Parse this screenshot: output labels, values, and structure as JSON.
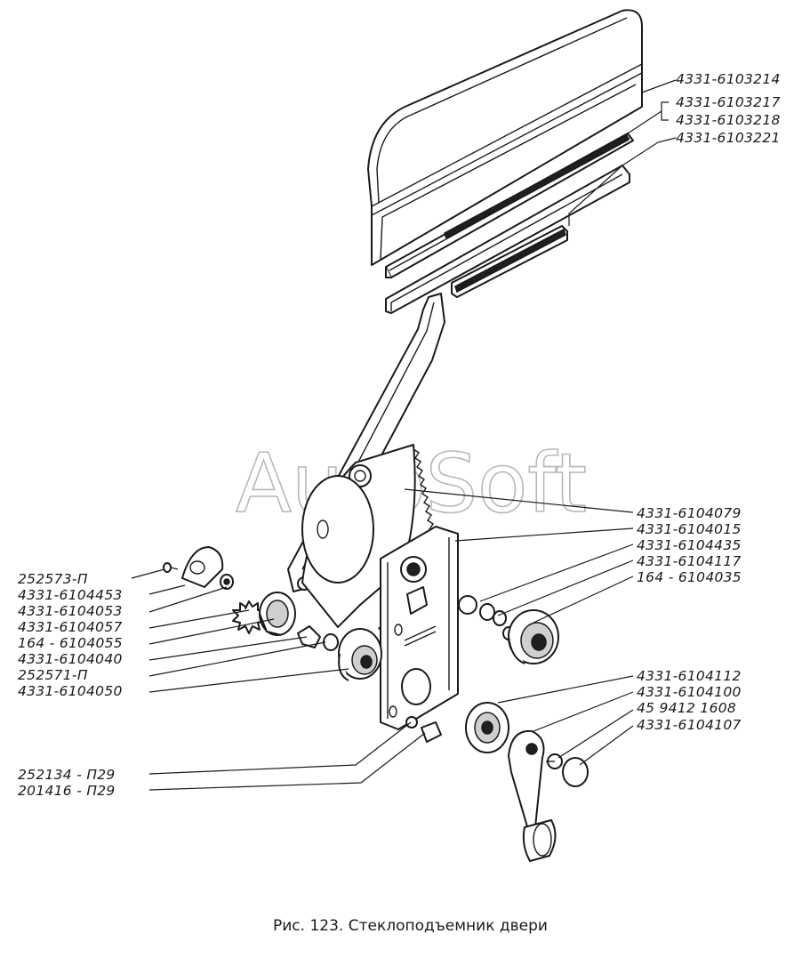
{
  "watermark": "AutoSoft",
  "caption": "Рис. 123. Стеклоподъемник двери",
  "labels": {
    "glass": "4331-6103214",
    "channel_upper": "4331-6103217",
    "channel_lower": "4331-6103218",
    "channel_bottom": "4331-6103221",
    "sector": "4331-6104079",
    "plate": "4331-6104015",
    "spring_r": "4331-6104435",
    "spring_r2": "4331-6104117",
    "bearing_r": "164 - 6104035",
    "screw_l": "252573-П",
    "cover_l": "4331-6104453",
    "spring_l": "4331-6104053",
    "gear_l": "4331-6104057",
    "bearing_l": "164 - 6104055",
    "shaft_l": "4331-6104040",
    "washer_l": "252571-П",
    "drum_l": "4331-6104050",
    "washer_b": "252134 - П29",
    "bolt_b": "201416 - П29",
    "ring_r": "4331-6104112",
    "handle_r": "4331-6104100",
    "screw_r": "45 9412 1608",
    "cap_r": "4331-6104107"
  }
}
